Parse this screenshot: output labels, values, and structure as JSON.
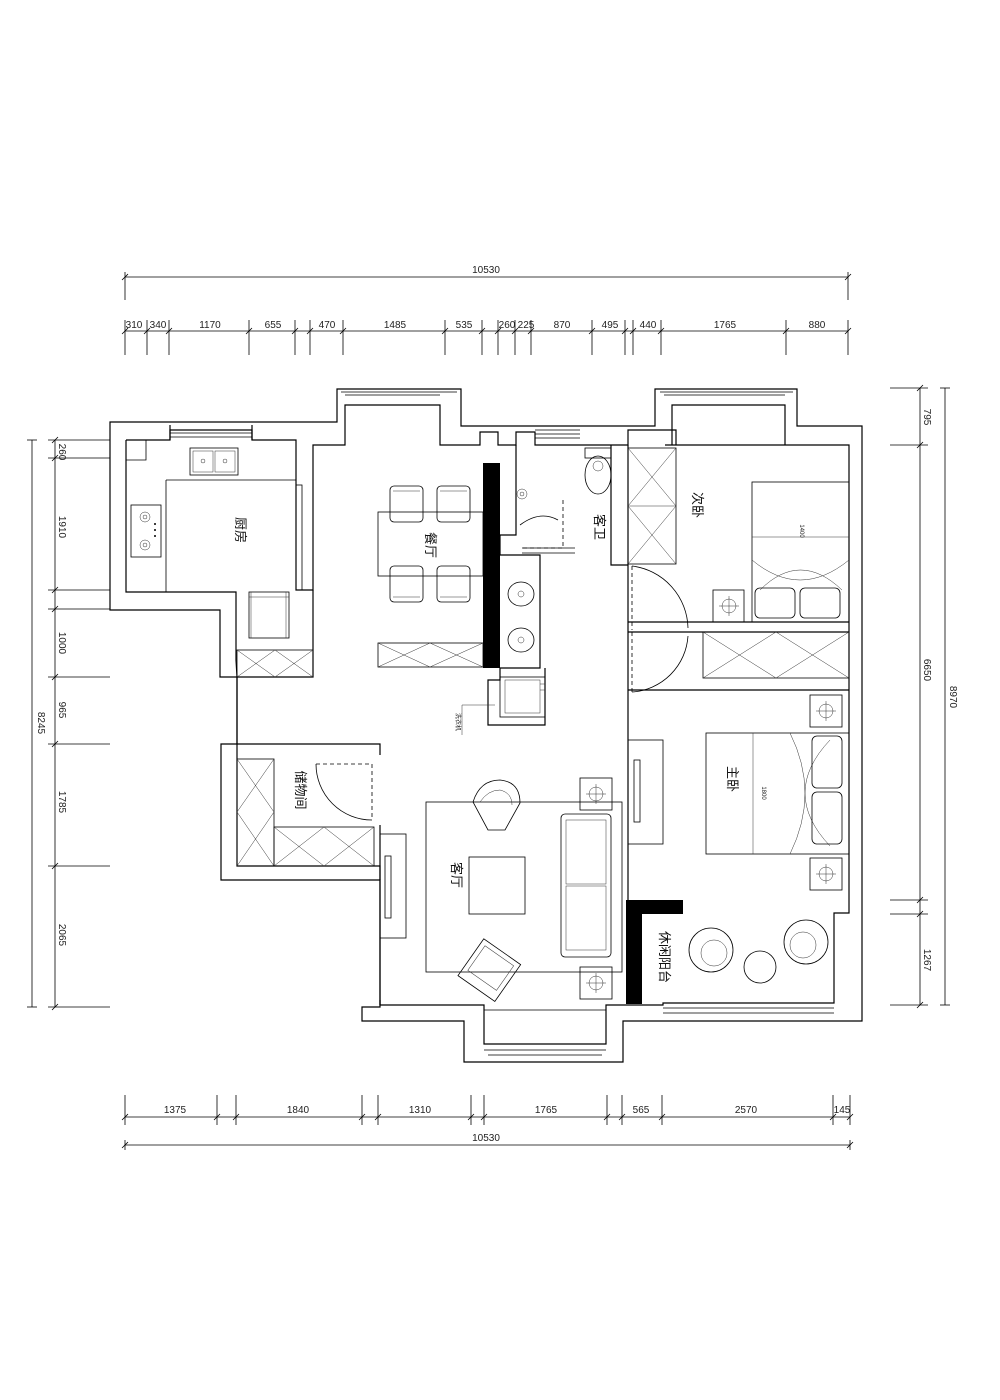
{
  "dimensions": {
    "top_total": "10530",
    "top_segments": [
      "310",
      "340",
      "1170",
      "655",
      "470",
      "1485",
      "535",
      "260",
      "225",
      "870",
      "495",
      "440",
      "1765",
      "880"
    ],
    "bottom_segments": [
      "1375",
      "1840",
      "1310",
      "1765",
      "565",
      "2570",
      "145"
    ],
    "bottom_total": "10530",
    "left_segments": [
      "260",
      "1910",
      "1000",
      "965",
      "1785",
      "2065"
    ],
    "left_total": "8245",
    "right_segments": [
      "795",
      "6650",
      "1267"
    ],
    "right_total": "8970"
  },
  "rooms": {
    "kitchen": "厨房",
    "dining": "餐厅",
    "guest_bath": "客卫",
    "second_bedroom": "次卧",
    "master_bedroom": "主卧",
    "living_room": "客厅",
    "storage": "储物间",
    "leisure_balcony": "休闲阳台"
  },
  "furniture": {
    "second_bed_width": "1400",
    "master_bed_width": "1800",
    "washer_label": "洗衣机"
  }
}
